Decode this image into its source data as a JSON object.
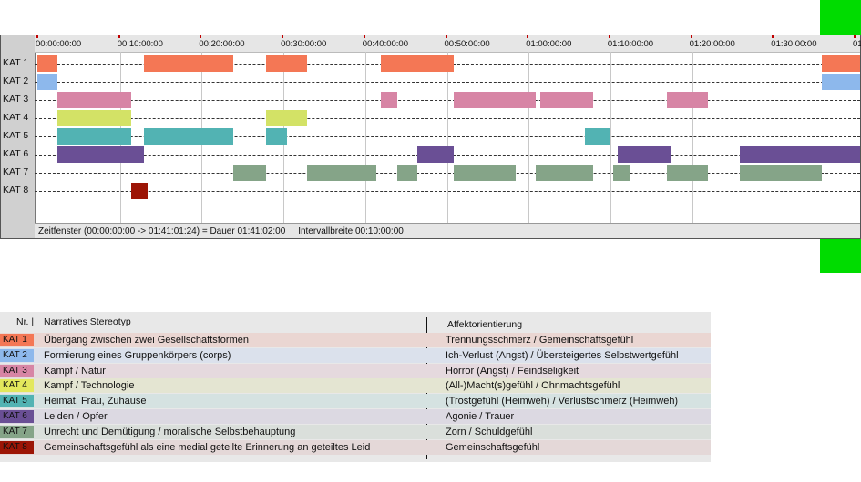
{
  "accent": {
    "green": "#00dc00"
  },
  "timeline": {
    "ticks": [
      "00:00:00:00",
      "00:10:00:00",
      "00:20:00:00",
      "00:30:00:00",
      "00:40:00:00",
      "00:50:00:00",
      "01:00:00:00",
      "01:10:00:00",
      "01:20:00:00",
      "01:30:00:00",
      "01"
    ],
    "tick_minutes": [
      0,
      10,
      20,
      30,
      40,
      50,
      60,
      70,
      80,
      90,
      100
    ],
    "total_minutes": 101.0,
    "categories": [
      {
        "label": "KAT 1",
        "color": "#f47755",
        "segments": [
          [
            0,
            2.5
          ],
          [
            13,
            24
          ],
          [
            28,
            33
          ],
          [
            42,
            51
          ],
          [
            96,
            101
          ]
        ]
      },
      {
        "label": "KAT 2",
        "color": "#8db8ec",
        "segments": [
          [
            0,
            2.5
          ],
          [
            96,
            101
          ]
        ]
      },
      {
        "label": "KAT 3",
        "color": "#d785a5",
        "segments": [
          [
            2.5,
            11.5
          ],
          [
            42,
            44
          ],
          [
            51,
            61
          ],
          [
            61.5,
            68
          ],
          [
            77,
            82
          ]
        ]
      },
      {
        "label": "KAT 4",
        "color": "#d3e266",
        "segments": [
          [
            2.5,
            11.5
          ],
          [
            28,
            33
          ]
        ]
      },
      {
        "label": "KAT 5",
        "color": "#52b3b3",
        "segments": [
          [
            2.5,
            11.5
          ],
          [
            13,
            24
          ],
          [
            28,
            30.5
          ],
          [
            67,
            70
          ]
        ]
      },
      {
        "label": "KAT 6",
        "color": "#6a4f95",
        "segments": [
          [
            2.5,
            13
          ],
          [
            46.5,
            51
          ],
          [
            71,
            77.5
          ],
          [
            86,
            101
          ]
        ]
      },
      {
        "label": "KAT 7",
        "color": "#85a488",
        "segments": [
          [
            24,
            28
          ],
          [
            33,
            41.5
          ],
          [
            44,
            46.5
          ],
          [
            51,
            58.5
          ],
          [
            61,
            68
          ],
          [
            70.5,
            72.5
          ],
          [
            77,
            82
          ],
          [
            86,
            96
          ]
        ]
      },
      {
        "label": "KAT 8",
        "color": "#9c1506",
        "segments": [
          [
            11.5,
            13.5
          ]
        ]
      }
    ],
    "status": "Zeitfenster (00:00:00:00 -> 01:41:01:24) = Dauer 01:41:02:00     Intervallbreite 00:10:00:00"
  },
  "legend": {
    "header": {
      "nr": "Nr. |",
      "stereotyp": "Narratives Stereotyp",
      "affekt": "Affektorientierung"
    },
    "rows": [
      {
        "kat": "KAT 1",
        "color": "#f47755",
        "bg": "#ead6d2",
        "stereotyp": "Übergang zwischen zwei Gesellschaftsformen",
        "affekt": "Trennungsschmerz / Gemeinschaftsgefühl"
      },
      {
        "kat": "KAT 2",
        "color": "#8db8ec",
        "bg": "#dbe1ec",
        "stereotyp": "Formierung eines Gruppenkörpers (corps)",
        "affekt": "Ich-Verlust (Angst) / Übersteigertes Selbstwertgefühl"
      },
      {
        "kat": "KAT 3",
        "color": "#d785a5",
        "bg": "#e5d9de",
        "stereotyp": "Kampf / Natur",
        "affekt": "Horror (Angst) / Feindseligkeit"
      },
      {
        "kat": "KAT 4",
        "color": "#e3e85c",
        "bg": "#e4e5d2",
        "stereotyp": "Kampf / Technologie",
        "affekt": "(All-)Macht(s)gefühl / Ohnmachtsgefühl"
      },
      {
        "kat": "KAT 5",
        "color": "#52b3b3",
        "bg": "#d5e2e1",
        "stereotyp": "Heimat, Frau, Zuhause",
        "affekt": "(Trostgefühl (Heimweh) / Verlustschmerz (Heimweh)"
      },
      {
        "kat": "KAT 6",
        "color": "#6a4f95",
        "bg": "#dcd9e2",
        "stereotyp": "Leiden / Opfer",
        "affekt": "Agonie / Trauer"
      },
      {
        "kat": "KAT 7",
        "color": "#85a488",
        "bg": "#dadfdb",
        "stereotyp": "Unrecht und Demütigung / moralische Selbstbehauptung",
        "affekt": "Zorn / Schuldgefühl"
      },
      {
        "kat": "KAT 8",
        "color": "#9c1506",
        "bg": "#e4d8d8",
        "stereotyp": "Gemeinschaftsgefühl als eine medial geteilte Erinnerung an geteiltes Leid",
        "affekt": "Gemeinschaftsgefühl"
      }
    ]
  }
}
